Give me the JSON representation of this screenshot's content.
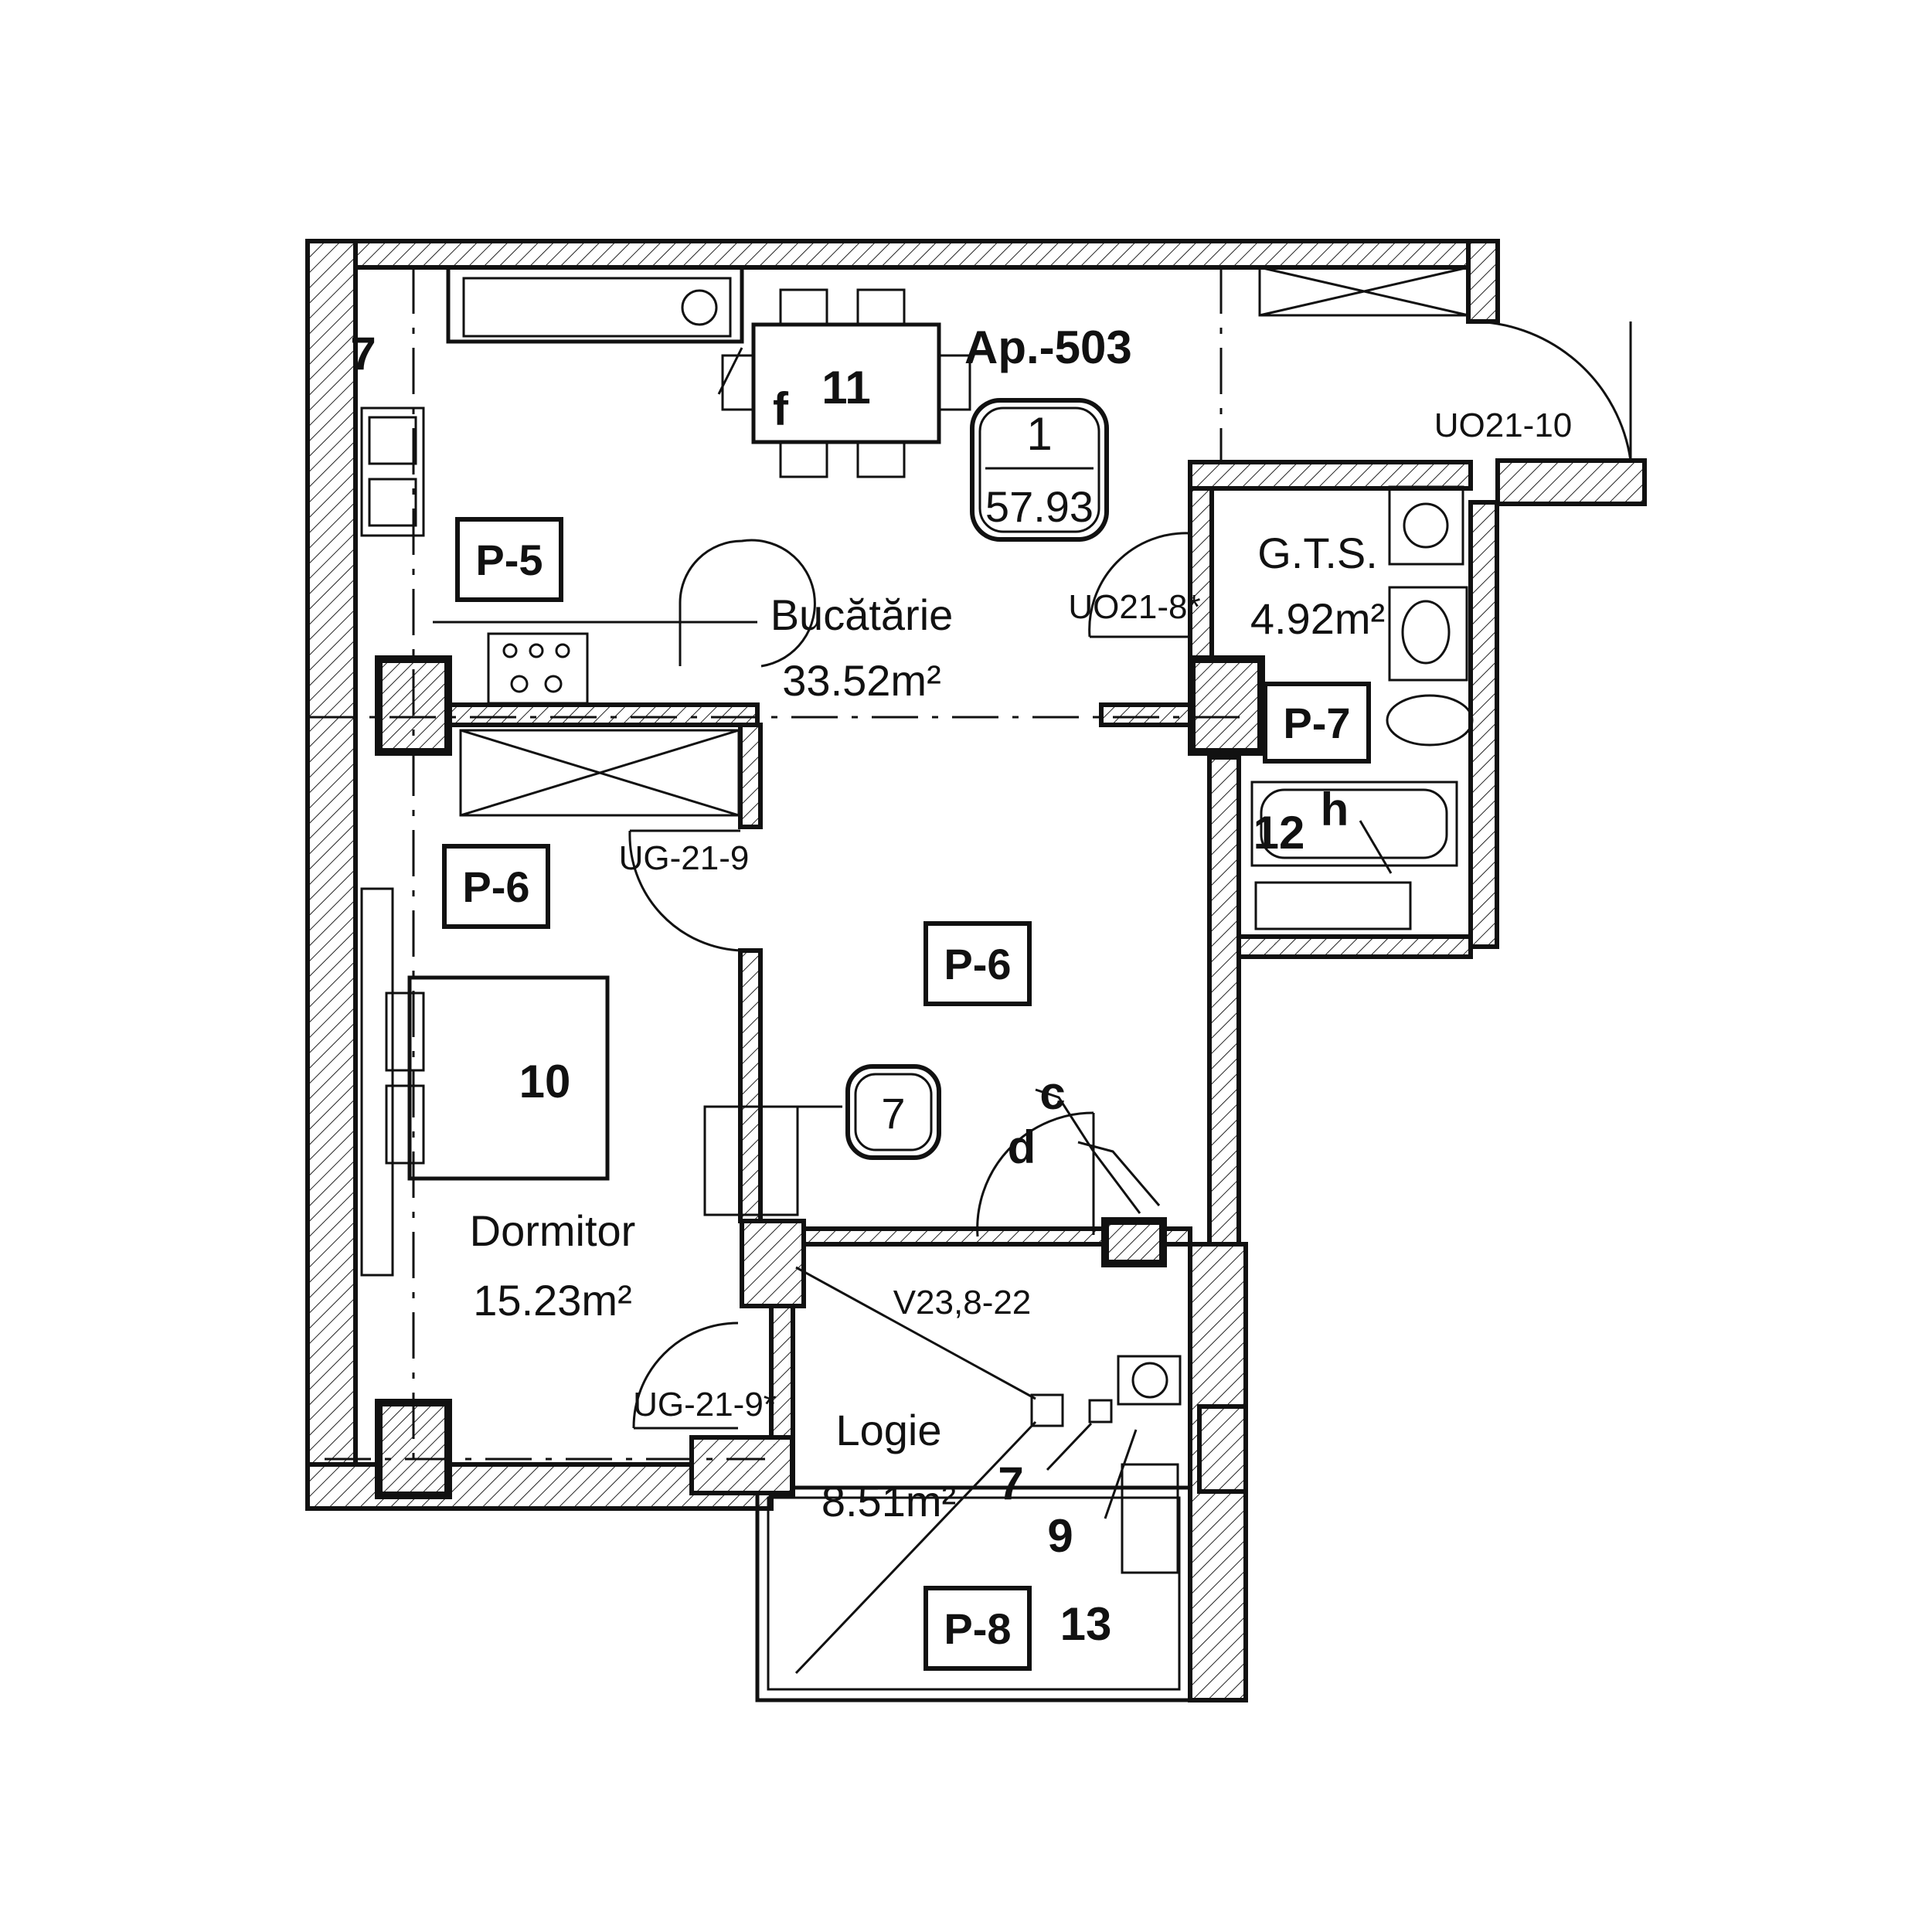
{
  "apartment": {
    "label": "Ap.-503",
    "code": "1",
    "total_area": "57.93"
  },
  "rooms": {
    "kitchen": {
      "name": "Bucătărie",
      "area": "33.52m²"
    },
    "bathroom": {
      "name": "G.T.S.",
      "area": "4.92m²"
    },
    "bedroom": {
      "name": "Dormitor",
      "area": "15.23m²"
    },
    "loggia": {
      "name": "Logie",
      "area": "8.51m²"
    }
  },
  "room_numbers": {
    "n11": "11",
    "n10": "10",
    "n12": "12",
    "n13": "13",
    "n7_left": "7",
    "n7_loggia": "7",
    "n9": "9",
    "n7_circle": "7"
  },
  "letters": {
    "f": "f",
    "h": "h",
    "c": "c",
    "d": "d"
  },
  "tags": {
    "p5": "P-5",
    "p6_bed": "P-6",
    "p6_hall": "P-6",
    "p7": "P-7",
    "p8": "P-8"
  },
  "doors": {
    "uo21_10": "UO21-10",
    "uo21_8": "UO21-8*",
    "ug21_9": "UG-21-9",
    "ug21_9s": "UG-21-9*",
    "v23": "V23,8-22"
  }
}
